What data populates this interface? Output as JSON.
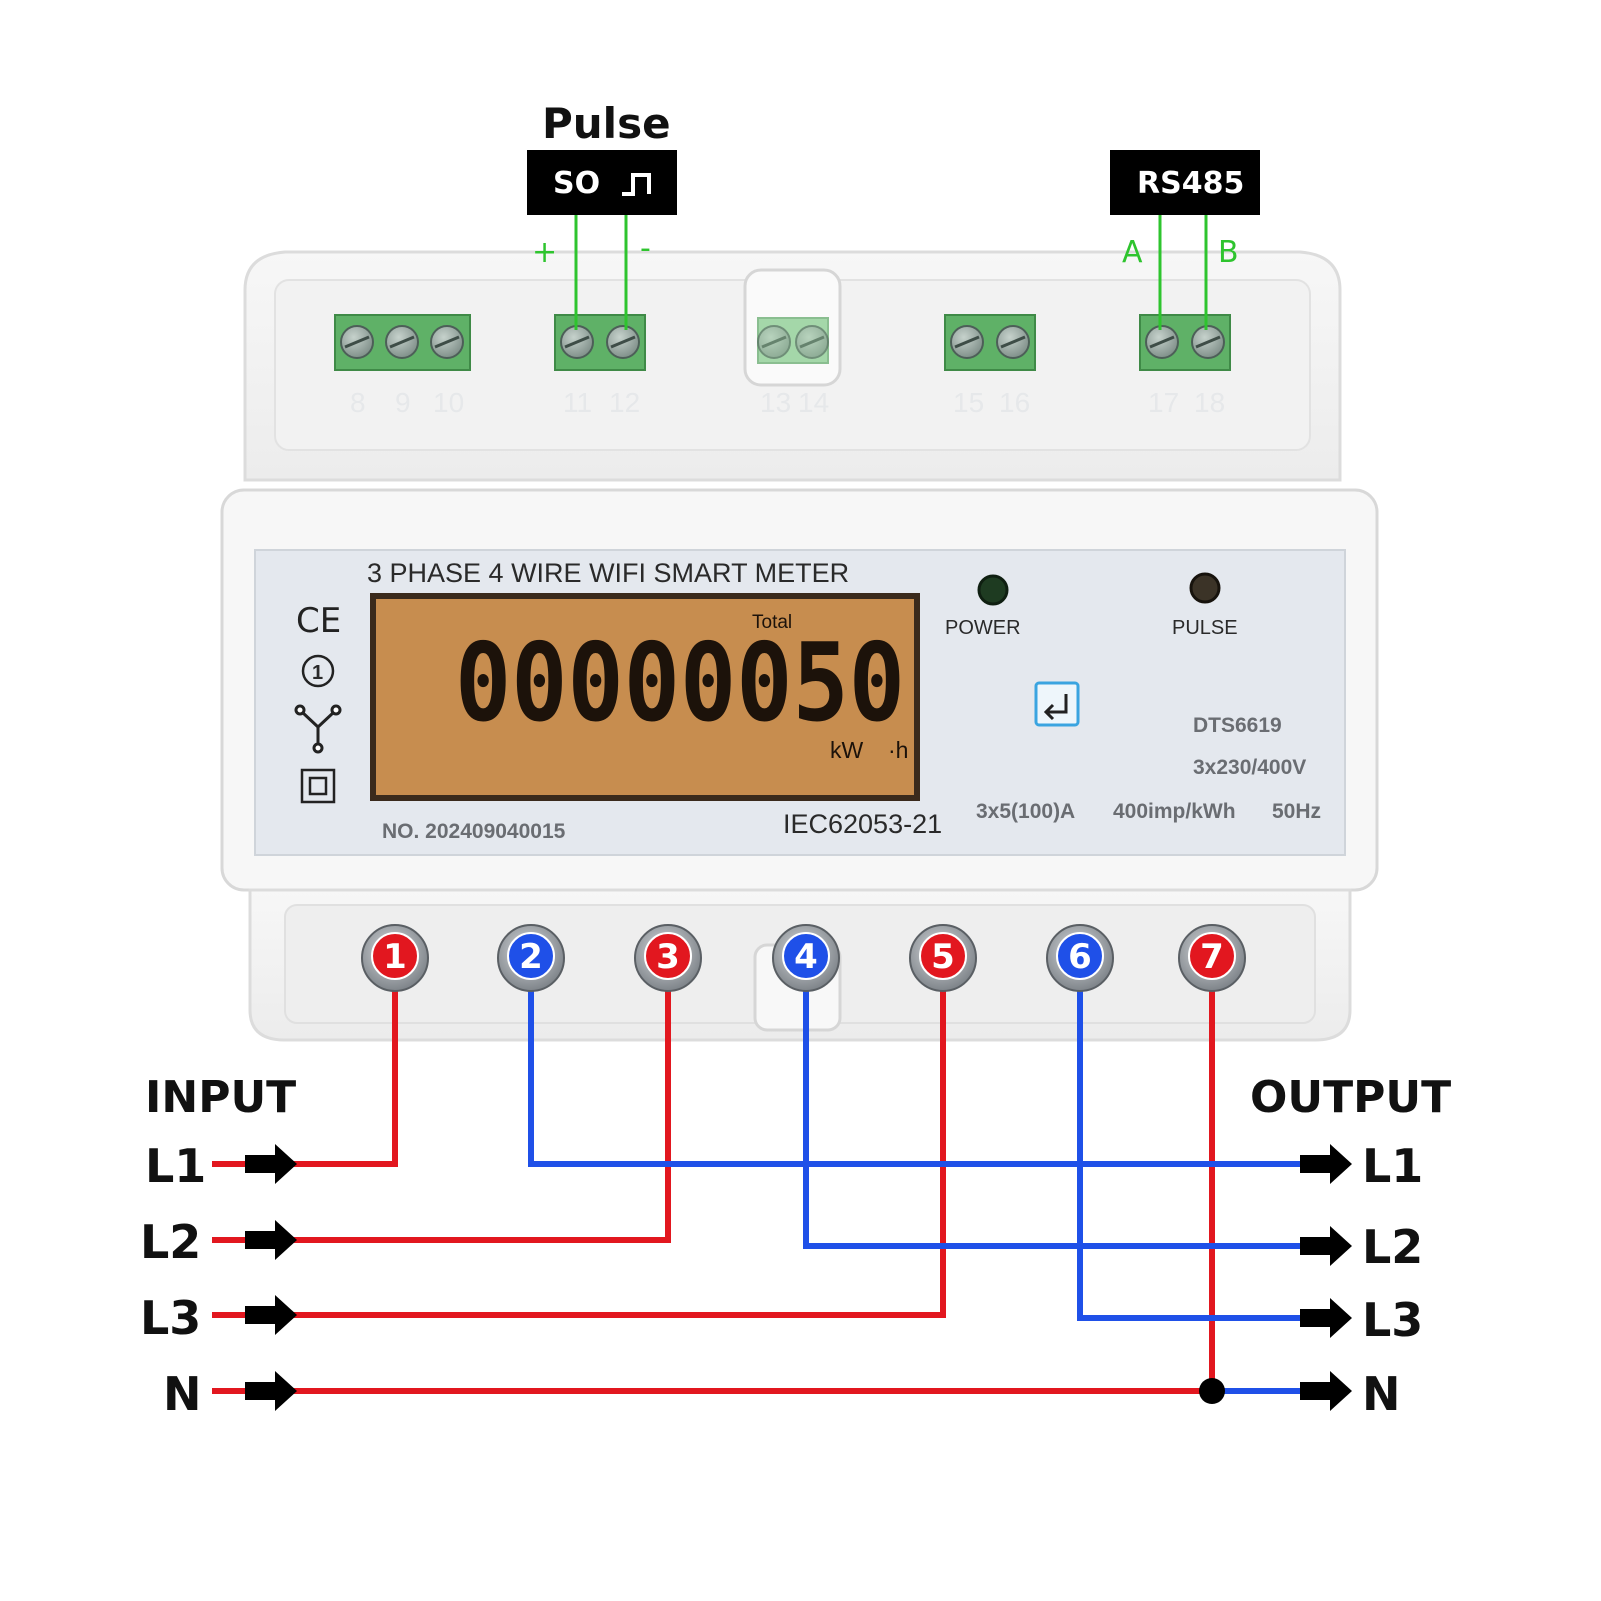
{
  "labels": {
    "pulse_title": "Pulse",
    "so_box": "SO",
    "so_plus": "+",
    "so_minus": "-",
    "rs485_box": "RS485",
    "rs485_a": "A",
    "rs485_b": "B",
    "input": "INPUT",
    "output": "OUTPUT"
  },
  "top_terminal_numbers": [
    "8",
    "9",
    "10",
    "11",
    "12",
    "13",
    "14",
    "15",
    "16",
    "17",
    "18"
  ],
  "meter": {
    "title": "3 PHASE 4 WIRE WIFI  SMART METER",
    "lcd_total_label": "Total",
    "lcd_reading": "00000050",
    "lcd_unit_kw": "kW",
    "lcd_unit_h": "·h",
    "serial": "NO. 202409040015",
    "standard": "IEC62053-21",
    "power_led_label": "POWER",
    "pulse_led_label": "PULSE",
    "model": "DTS6619",
    "voltage": "3x230/400V",
    "current": "3x5(100)A",
    "constant": "400imp/kWh",
    "frequency": "50Hz",
    "cert_symbols": [
      "CE",
      "1"
    ],
    "colors": {
      "lcd": "#c78d4f",
      "face": "#e4e8ee",
      "body": "#f4f4f4"
    }
  },
  "terminals": [
    {
      "number": "1",
      "color": "#e2171f"
    },
    {
      "number": "2",
      "color": "#1f50e8"
    },
    {
      "number": "3",
      "color": "#e2171f"
    },
    {
      "number": "4",
      "color": "#1f50e8"
    },
    {
      "number": "5",
      "color": "#e2171f"
    },
    {
      "number": "6",
      "color": "#1f50e8"
    },
    {
      "number": "7",
      "color": "#e2171f"
    }
  ],
  "input_lines": [
    "L1",
    "L2",
    "L3",
    "N"
  ],
  "output_lines": [
    "L1",
    "L2",
    "L3",
    "N"
  ],
  "wire_colors": {
    "input": "#e2171f",
    "output": "#1f50e8",
    "signal": "#2ec42e"
  }
}
